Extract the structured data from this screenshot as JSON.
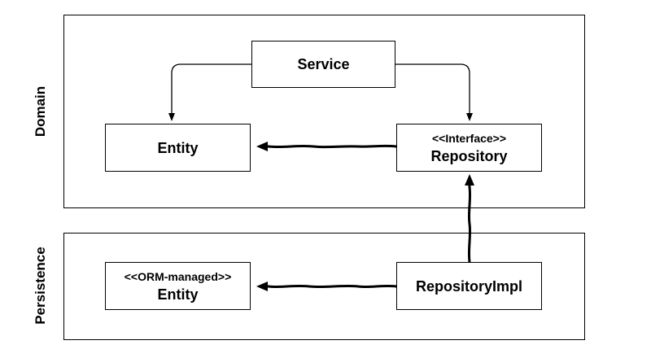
{
  "layers": {
    "domain": {
      "label": "Domain"
    },
    "persistence": {
      "label": "Persistence"
    }
  },
  "nodes": {
    "service": {
      "title": "Service"
    },
    "domain_entity": {
      "title": "Entity"
    },
    "repository": {
      "stereotype": "<<Interface>>",
      "title": "Repository"
    },
    "orm_entity": {
      "stereotype": "<<ORM-managed>>",
      "title": "Entity"
    },
    "repository_impl": {
      "title": "RepositoryImpl"
    }
  },
  "edges": [
    {
      "from": "service",
      "to": "domain_entity",
      "style": "thin-arrow"
    },
    {
      "from": "service",
      "to": "repository",
      "style": "thin-arrow"
    },
    {
      "from": "repository",
      "to": "domain_entity",
      "style": "thick-arrow"
    },
    {
      "from": "repository_impl",
      "to": "repository",
      "style": "thick-arrow"
    },
    {
      "from": "repository_impl",
      "to": "orm_entity",
      "style": "thick-arrow"
    }
  ],
  "colors": {
    "stroke": "#000000",
    "background": "#ffffff"
  }
}
